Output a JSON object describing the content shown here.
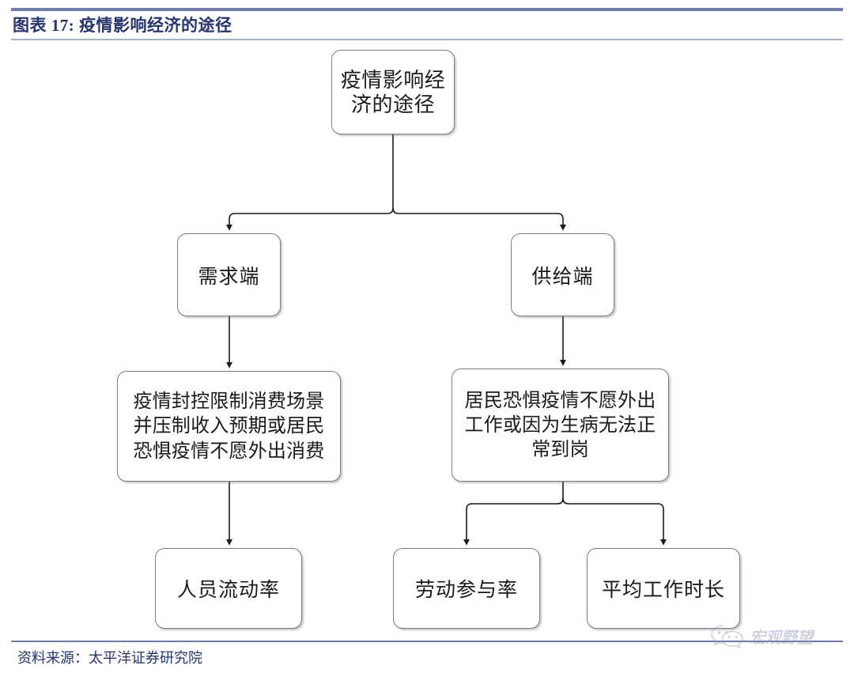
{
  "header": {
    "title": "图表 17: 疫情影响经济的途径",
    "rule_color": "#6f7ba6",
    "title_color": "#26356b"
  },
  "footer": {
    "source": "资料来源：太平洋证券研究院"
  },
  "watermark": {
    "icon": "wechat-icon",
    "text": "宏观野望",
    "color": "#8e93b4"
  },
  "diagram": {
    "type": "flowchart",
    "orientation": "top-down",
    "node_border_color": "#7d7d7d",
    "node_fill_color": "#ffffff",
    "connector_color": "#1a1a1a",
    "nodes": {
      "root": "疫情影响经\n济的途径",
      "demand": "需求端",
      "supply": "供给端",
      "demand_detail": "疫情封控限制消费场景\n并压制收入预期或居民\n恐惧疫情不愿外出消费",
      "supply_detail": "居民恐惧疫情不愿外出\n工作或因为生病无法正\n常到岗",
      "mobility": "人员流动率",
      "lfpr": "劳动参与率",
      "hours": "平均工作时长"
    },
    "edges": [
      {
        "from": "root",
        "to": "demand"
      },
      {
        "from": "root",
        "to": "supply"
      },
      {
        "from": "demand",
        "to": "demand_detail"
      },
      {
        "from": "supply",
        "to": "supply_detail"
      },
      {
        "from": "demand_detail",
        "to": "mobility"
      },
      {
        "from": "supply_detail",
        "to": "lfpr"
      },
      {
        "from": "supply_detail",
        "to": "hours"
      }
    ]
  }
}
